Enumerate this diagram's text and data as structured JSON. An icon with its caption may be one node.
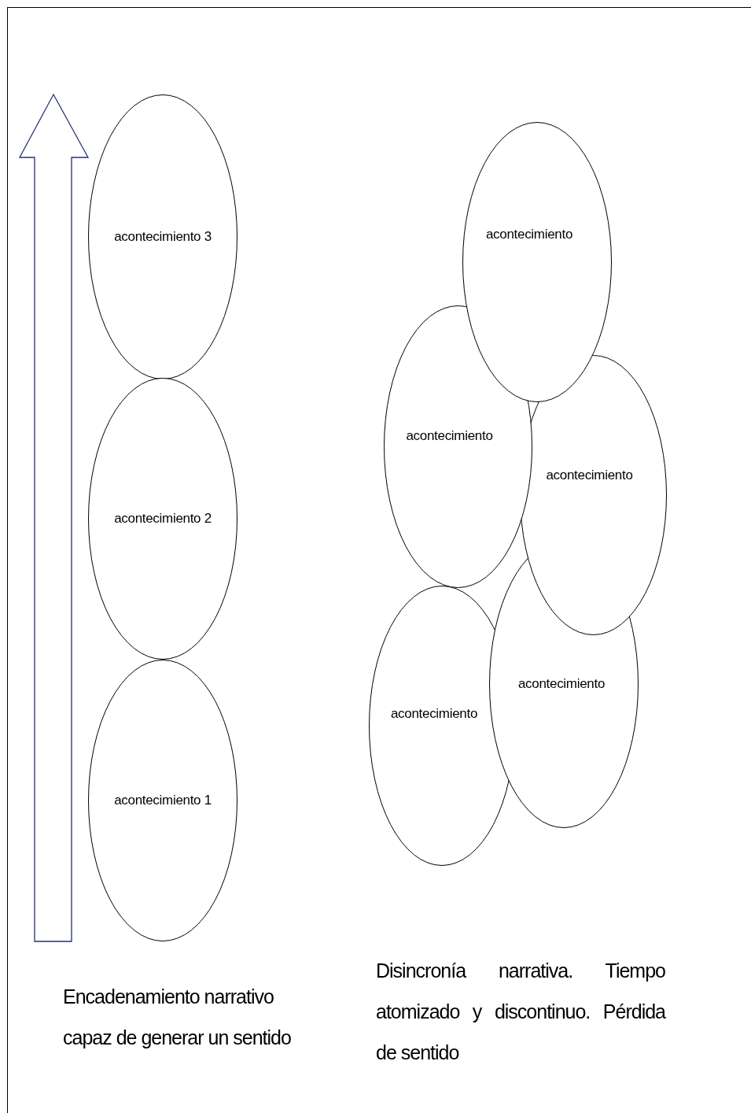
{
  "diagram": {
    "nodes": [
      {
        "text": [
          "acontecimiento 3"
        ]
      },
      {
        "text": [
          "acontecimiento 2"
        ]
      },
      {
        "text": [
          "acontecimiento 1"
        ]
      },
      {
        "text": [
          "acontecimiento"
        ]
      },
      {
        "text": [
          "acontecimiento"
        ]
      },
      {
        "text": [
          "acontecimiento"
        ]
      },
      {
        "text": [
          "acontecimiento"
        ]
      },
      {
        "text": [
          "acontecimiento"
        ]
      }
    ],
    "edges": [],
    "labels": [
      "Encadenamiento narrativo capaz de generar un sentido",
      "Disincronía narrativa. Tiempo atomizado y discontinuo. Pérdida de sentido"
    ]
  }
}
